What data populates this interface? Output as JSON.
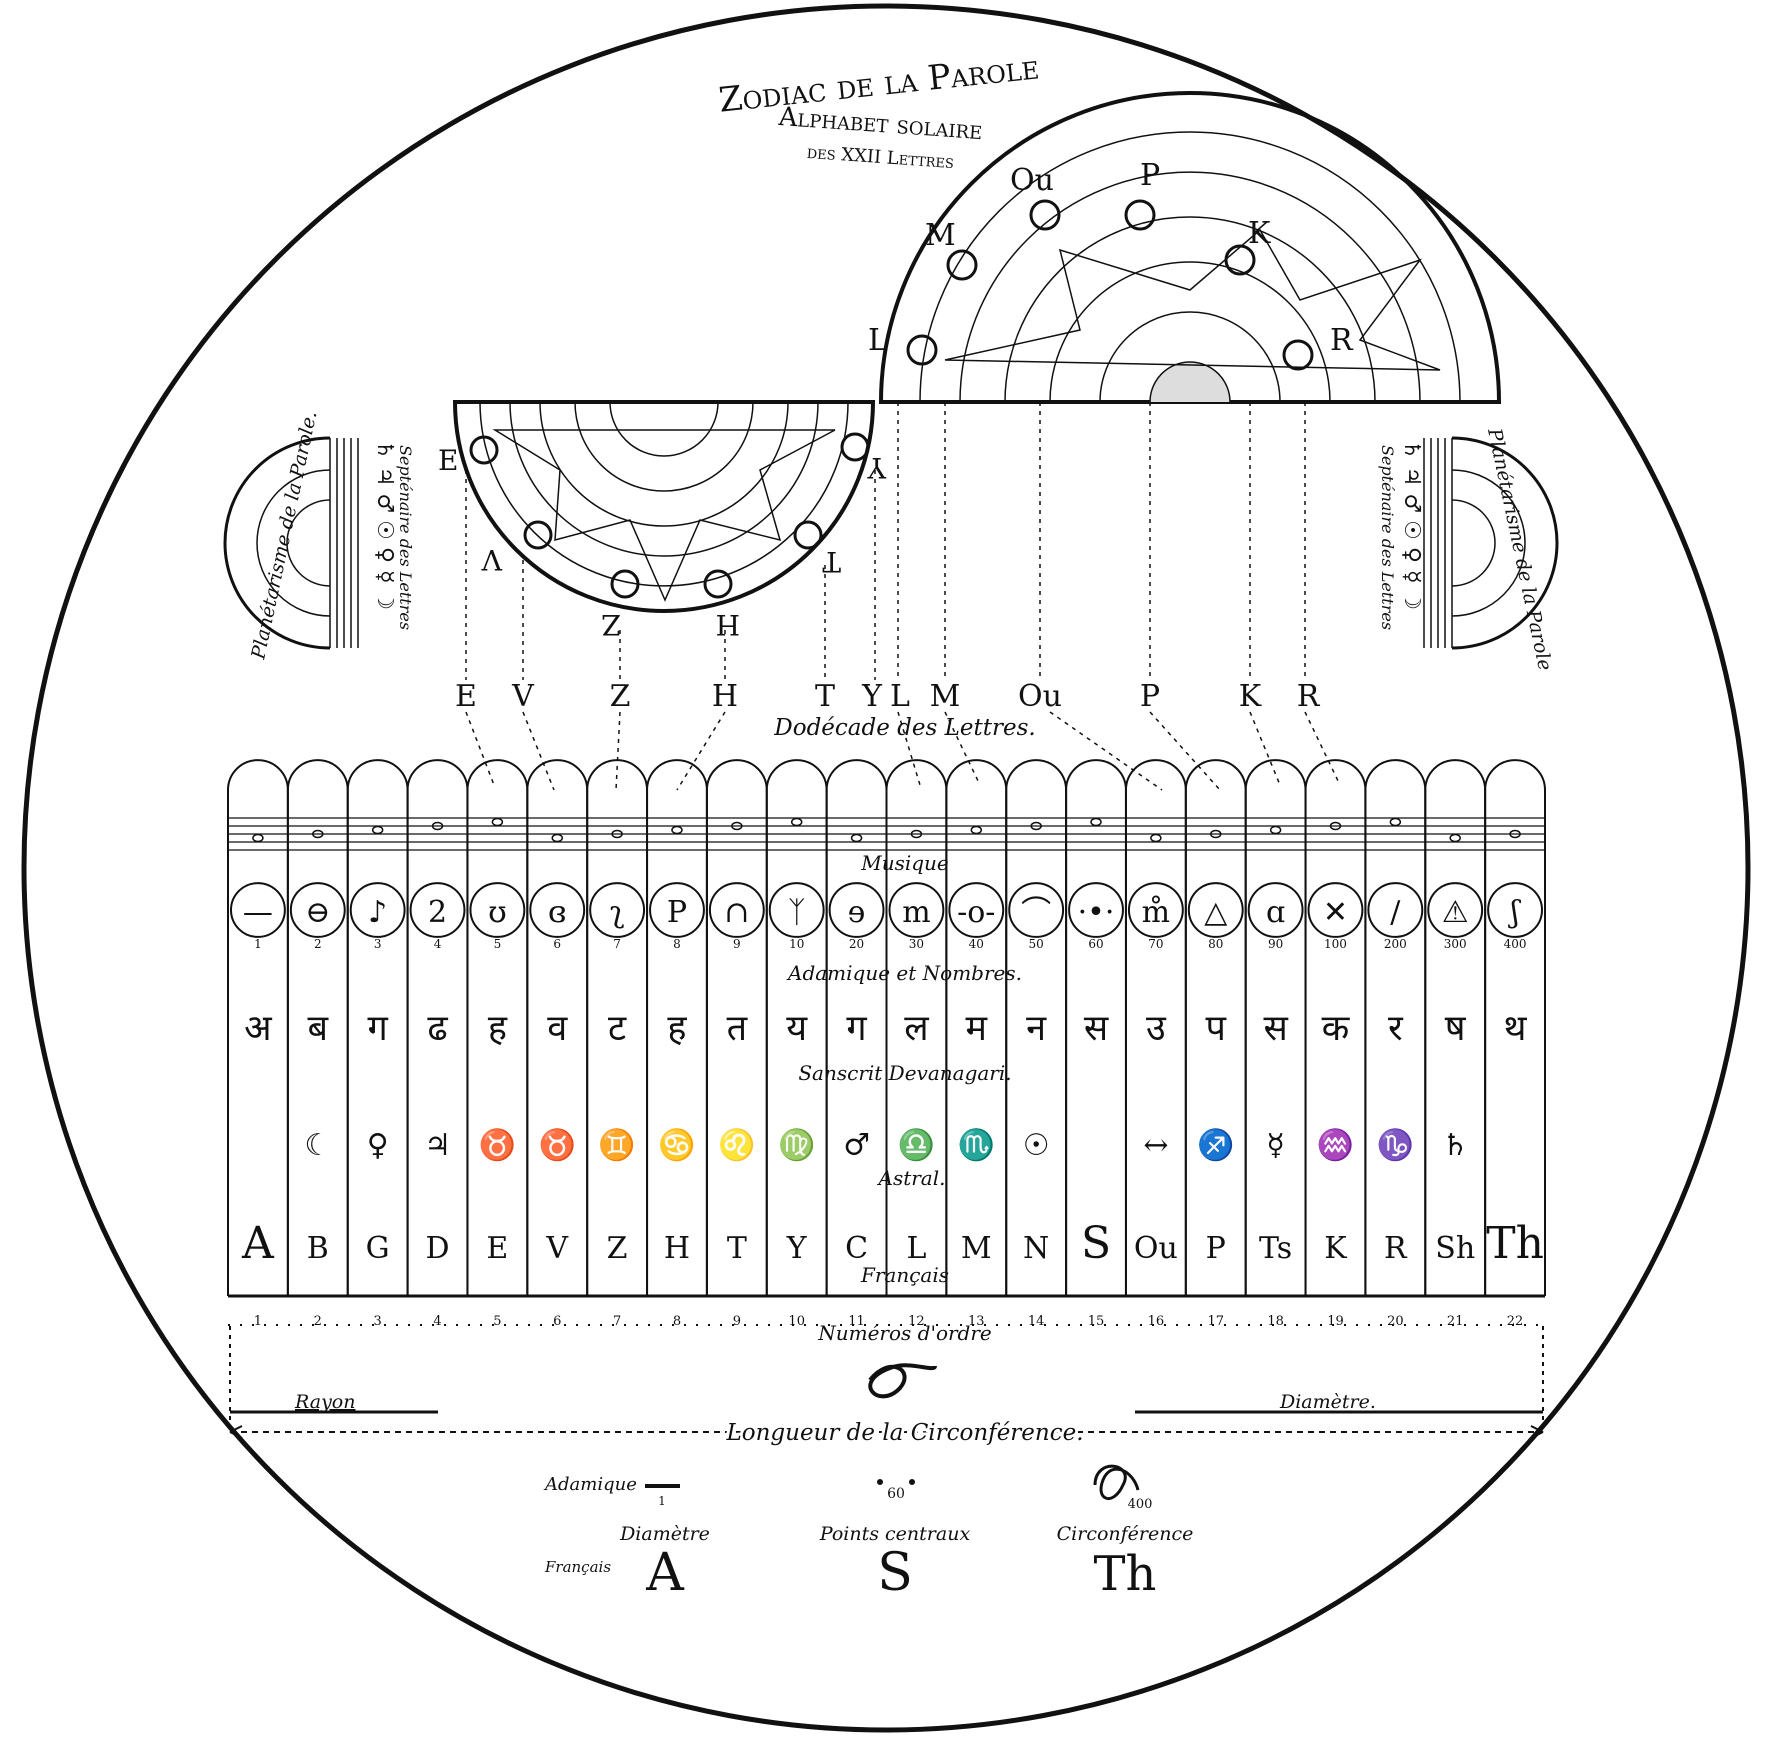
{
  "title": {
    "line1": "Zodiac de la Parole",
    "line2": "Alphabet solaire",
    "line3": "des XXII Lettres"
  },
  "upper_wheel_letters": [
    "L",
    "M",
    "Ou",
    "P",
    "K",
    "R"
  ],
  "lower_wheel_letters": [
    "E",
    "V",
    "Z",
    "H",
    "T",
    "Y"
  ],
  "side_left": {
    "caption": "Planétarisme de la Parole.",
    "caption2": "Septénaire des Lettres",
    "symbols": "♄ ♃ ♂ ☉ ♀ ☿ ☽"
  },
  "side_right": {
    "caption": "Planétarisme de la Parole",
    "caption2": "Septénaire des Lettres",
    "symbols": "♄ ♃ ♂ ☉ ♀ ☿ ☽"
  },
  "dodecade": {
    "caption": "Dodécade des Lettres.",
    "letters": [
      "E",
      "V",
      "Z",
      "H",
      "T",
      "Y",
      "L",
      "M",
      "Ou",
      "P",
      "K",
      "R"
    ]
  },
  "rows": {
    "musique_label": "Musique",
    "adamique_label": "Adamique et Nombres.",
    "sanscrit_label": "Sanscrit Devanagari.",
    "astral_label": "Astral.",
    "francais_label": "Français",
    "numeros_label": "Numéros d'ordre"
  },
  "columns": [
    {
      "adamique": "—",
      "number": "1",
      "sanscrit": "अ",
      "astral": "",
      "francais": "A",
      "order": "1"
    },
    {
      "adamique": "⊖",
      "number": "2",
      "sanscrit": "ब",
      "astral": "☾",
      "francais": "B",
      "order": "2"
    },
    {
      "adamique": "♪",
      "number": "3",
      "sanscrit": "ग",
      "astral": "♀",
      "francais": "G",
      "order": "3"
    },
    {
      "adamique": "2",
      "number": "4",
      "sanscrit": "ढ",
      "astral": "♃",
      "francais": "D",
      "order": "4"
    },
    {
      "adamique": "ʊ",
      "number": "5",
      "sanscrit": "ह",
      "astral": "♉",
      "francais": "E",
      "order": "5"
    },
    {
      "adamique": "ɞ",
      "number": "6",
      "sanscrit": "व",
      "astral": "♉",
      "francais": "V",
      "order": "6"
    },
    {
      "adamique": "ʅ",
      "number": "7",
      "sanscrit": "ट",
      "astral": "♊",
      "francais": "Z",
      "order": "7"
    },
    {
      "adamique": "P",
      "number": "8",
      "sanscrit": "ह",
      "astral": "♋",
      "francais": "H",
      "order": "8"
    },
    {
      "adamique": "∩",
      "number": "9",
      "sanscrit": "त",
      "astral": "♌",
      "francais": "T",
      "order": "9"
    },
    {
      "adamique": "ᛉ",
      "number": "10",
      "sanscrit": "य",
      "astral": "♍",
      "francais": "Y",
      "order": "10"
    },
    {
      "adamique": "ɘ",
      "number": "20",
      "sanscrit": "ग",
      "astral": "♂",
      "francais": "C",
      "order": "11"
    },
    {
      "adamique": "m",
      "number": "30",
      "sanscrit": "ल",
      "astral": "♎",
      "francais": "L",
      "order": "12"
    },
    {
      "adamique": "-o-",
      "number": "40",
      "sanscrit": "म",
      "astral": "♏",
      "francais": "M",
      "order": "13"
    },
    {
      "adamique": "⌒",
      "number": "50",
      "sanscrit": "न",
      "astral": "☉",
      "francais": "N",
      "order": "14"
    },
    {
      "adamique": "·•·",
      "number": "60",
      "sanscrit": "स",
      "astral": "",
      "francais": "S",
      "order": "15"
    },
    {
      "adamique": "m̊",
      "number": "70",
      "sanscrit": "उ",
      "astral": "↔",
      "francais": "Ou",
      "order": "16"
    },
    {
      "adamique": "△",
      "number": "80",
      "sanscrit": "प",
      "astral": "♐",
      "francais": "P",
      "order": "17"
    },
    {
      "adamique": "ɑ",
      "number": "90",
      "sanscrit": "स",
      "astral": "☿",
      "francais": "Ts",
      "order": "18"
    },
    {
      "adamique": "✕",
      "number": "100",
      "sanscrit": "क",
      "astral": "♒",
      "francais": "K",
      "order": "19"
    },
    {
      "adamique": "/",
      "number": "200",
      "sanscrit": "र",
      "astral": "♑",
      "francais": "R",
      "order": "20"
    },
    {
      "adamique": "⚠",
      "number": "300",
      "sanscrit": "ष",
      "astral": "♄",
      "francais": "Sh",
      "order": "21"
    },
    {
      "adamique": "ʃ",
      "number": "400",
      "sanscrit": "थ",
      "astral": "",
      "francais": "Th",
      "order": "22"
    }
  ],
  "measures": {
    "rayon": "Rayon",
    "diametre": "Diamètre.",
    "longueur": "Longueur de la Circonférence."
  },
  "legend": {
    "adamique_label": "Adamique",
    "adamique_value": "1",
    "diametre_label": "Diamètre",
    "points_value": "60",
    "points_label": "Points centraux",
    "circ_value": "400",
    "circ_label": "Circonférence",
    "francais_label": "Français",
    "letter_a": "A",
    "letter_s": "S",
    "letter_th": "Th"
  }
}
